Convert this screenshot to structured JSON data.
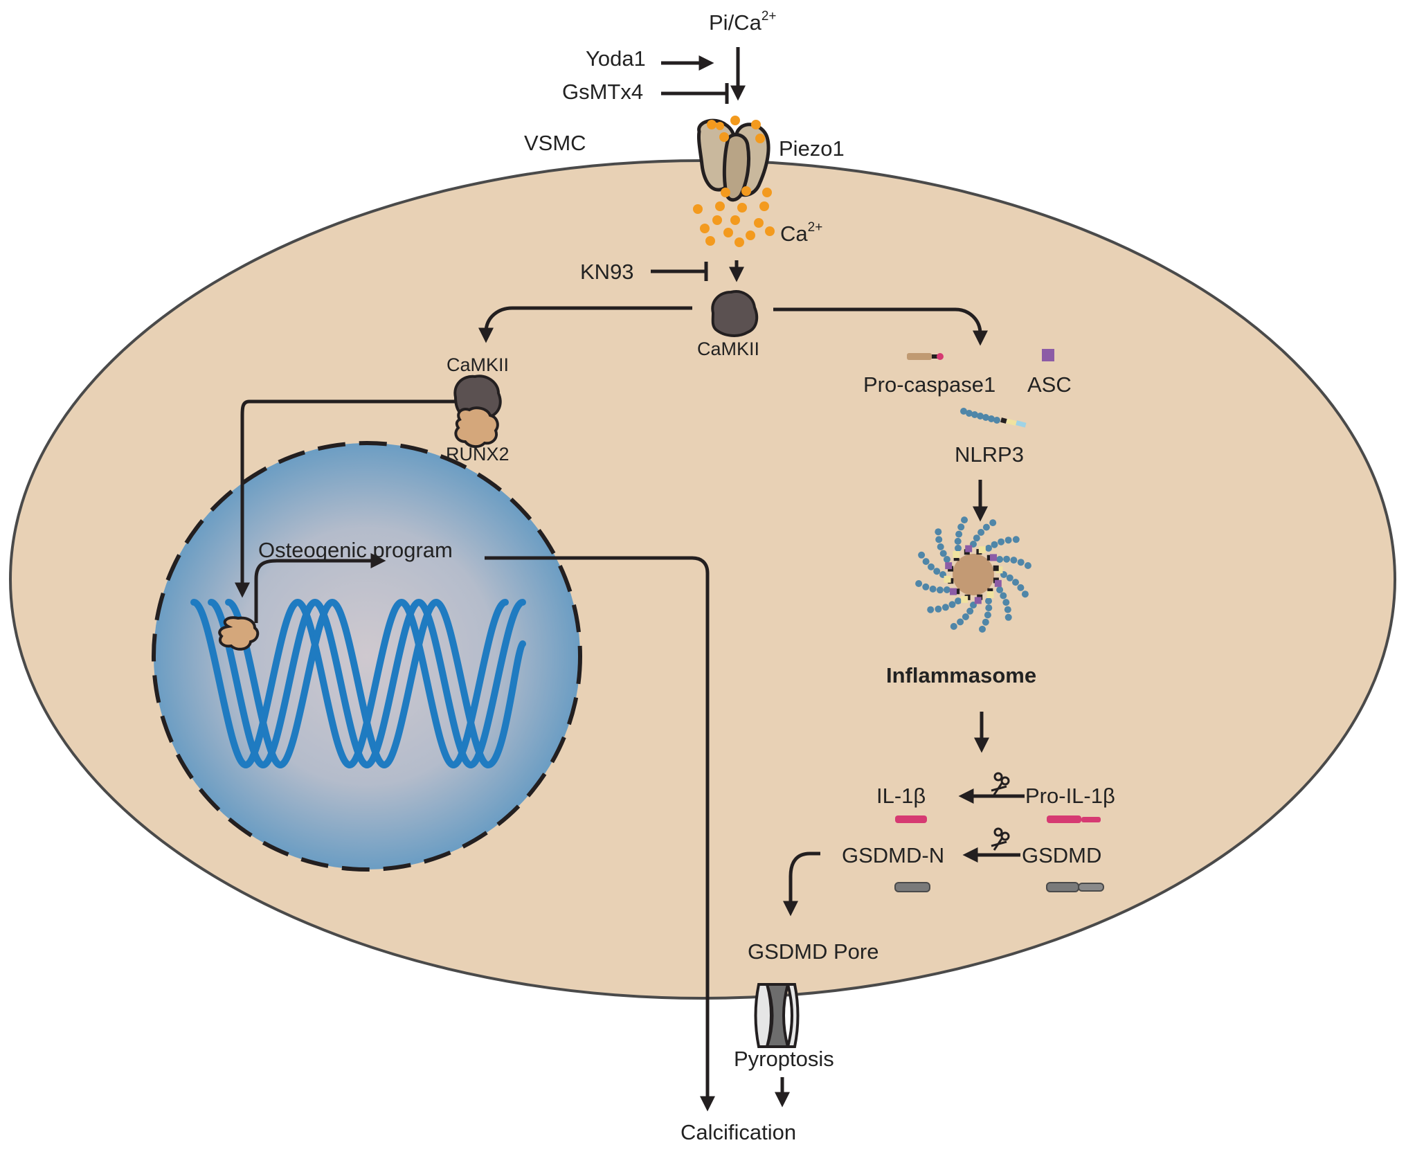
{
  "labels": {
    "pi_ca": "Pi/Ca",
    "pi_ca_sup": "2+",
    "yoda1": "Yoda1",
    "gsmtx4": "GsMTx4",
    "vsmc": "VSMC",
    "piezo1": "Piezo1",
    "ca": "Ca",
    "ca_sup": "2+",
    "kn93": "KN93",
    "camkii_center": "CaMKII",
    "camkii_left": "CaMKII",
    "runx2": "RUNX2",
    "osteogenic_program": "Osteogenic program",
    "pro_caspase1": "Pro-caspase1",
    "asc": "ASC",
    "nlrp3": "NLRP3",
    "inflammasome": "Inflammasome",
    "il1b": "IL-1β",
    "pro_il1b": "Pro-IL-1β",
    "gsdmd_n": "GSDMD-N",
    "gsdmd": "GSDMD",
    "gsdmd_pore": "GSDMD Pore",
    "pyroptosis": "Pyroptosis",
    "calcification": "Calcification"
  },
  "colors": {
    "cell": "#e8d1b5",
    "cell_border": "#4a4a4a",
    "nucleus_center": "#c8c6cc",
    "nucleus_edge": "#6e9fc4",
    "dna": "#1f7bc1",
    "calcium": "#f39a1e",
    "camkii": "#5b5151",
    "runx2": "#d4a77b",
    "il1b": "#d63a72",
    "gsdmd": "#7a7a7a",
    "asc": "#8c5ca6"
  },
  "icons": {
    "piezo1": "piezo1-channel-icon",
    "camkii": "kinase-blob-icon",
    "runx2": "transcription-factor-icon",
    "inflammasome": "inflammasome-ring-icon",
    "scissors": "scissors-icon",
    "pore": "membrane-pore-icon"
  }
}
